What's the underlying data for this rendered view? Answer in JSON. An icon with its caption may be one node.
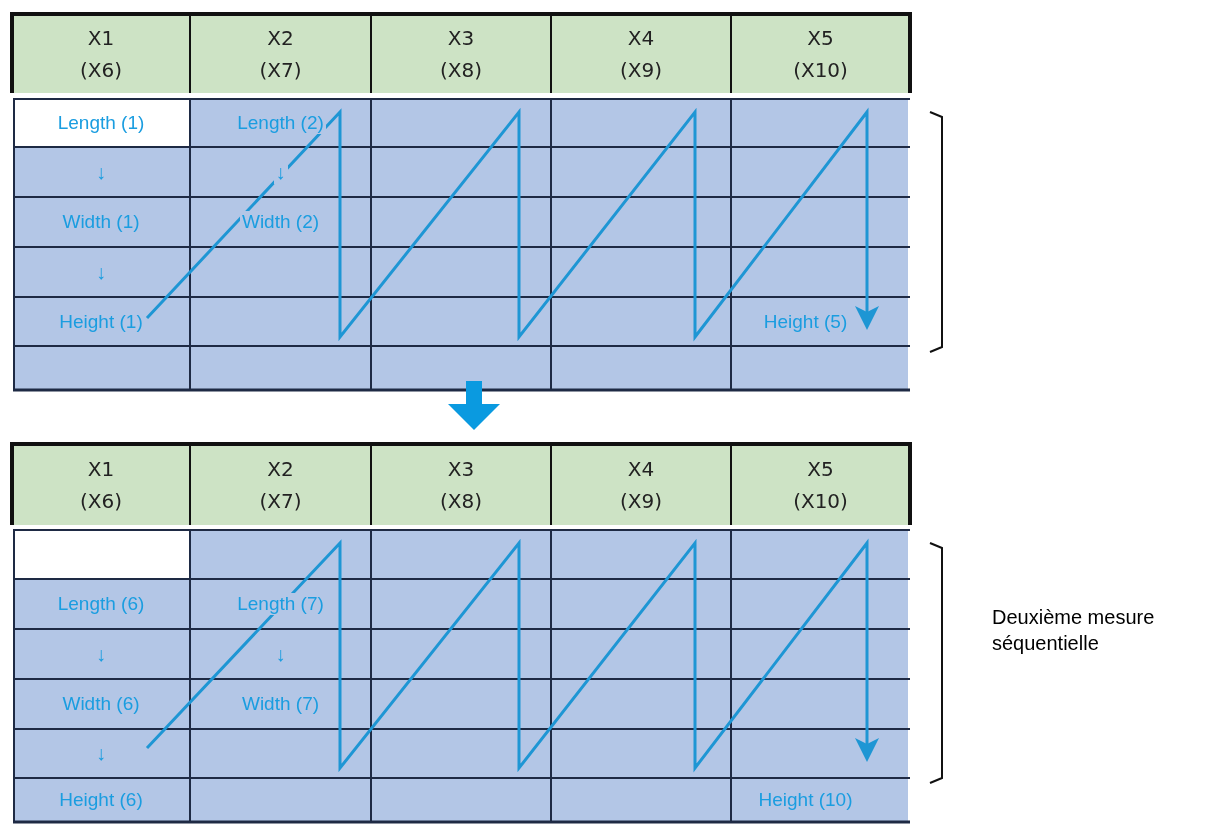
{
  "diagram": {
    "labels": [
      "X1 (X6)",
      "X2 (X7)",
      "X3 (X8)",
      "X4 (X9)",
      "X5 (X10)",
      "Length (1)",
      "Length (2)",
      "↓",
      "↓",
      "Width (1)",
      "Width (2)",
      "↓",
      "Height (1)",
      "Height (5)",
      "X1 (X6)",
      "X2 (X7)",
      "X3 (X8)",
      "X4 (X9)",
      "X5 (X10)",
      "Length (6)",
      "Length (7)",
      "↓",
      "↓",
      "Width (6)",
      "Width (7)",
      "↓",
      "Height (6)",
      "Height (10)",
      "Deuxième mesure séquentielle"
    ]
  }
}
